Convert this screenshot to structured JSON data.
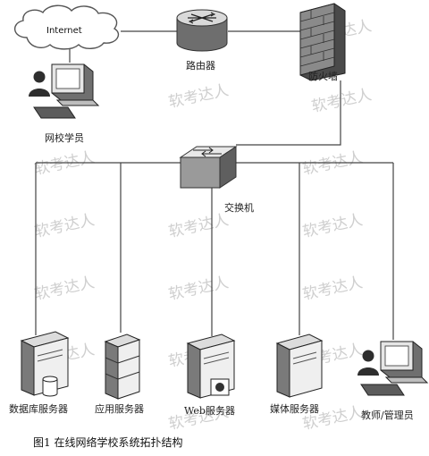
{
  "labels": {
    "internet": "Internet",
    "router": "路由器",
    "firewall": "防火墙",
    "student": "网校学员",
    "switch": "交换机",
    "db_server": "数据库服务器",
    "app_server": "应用服务器",
    "web_server": "Web服务器",
    "media_server": "媒体服务器",
    "teacher": "教师/管理员"
  },
  "caption": "图1 在线网络学校系统拓扑结构",
  "watermark": "软考达人",
  "icons": [
    "cloud-icon",
    "router-icon",
    "firewall-icon",
    "computer-icon",
    "user-icon",
    "switch-icon",
    "server-icon",
    "database-icon"
  ],
  "colors": {
    "line": "#444444",
    "watermark": "#cfcfcf",
    "device_fill": "#efefef",
    "device_dark": "#777777"
  }
}
